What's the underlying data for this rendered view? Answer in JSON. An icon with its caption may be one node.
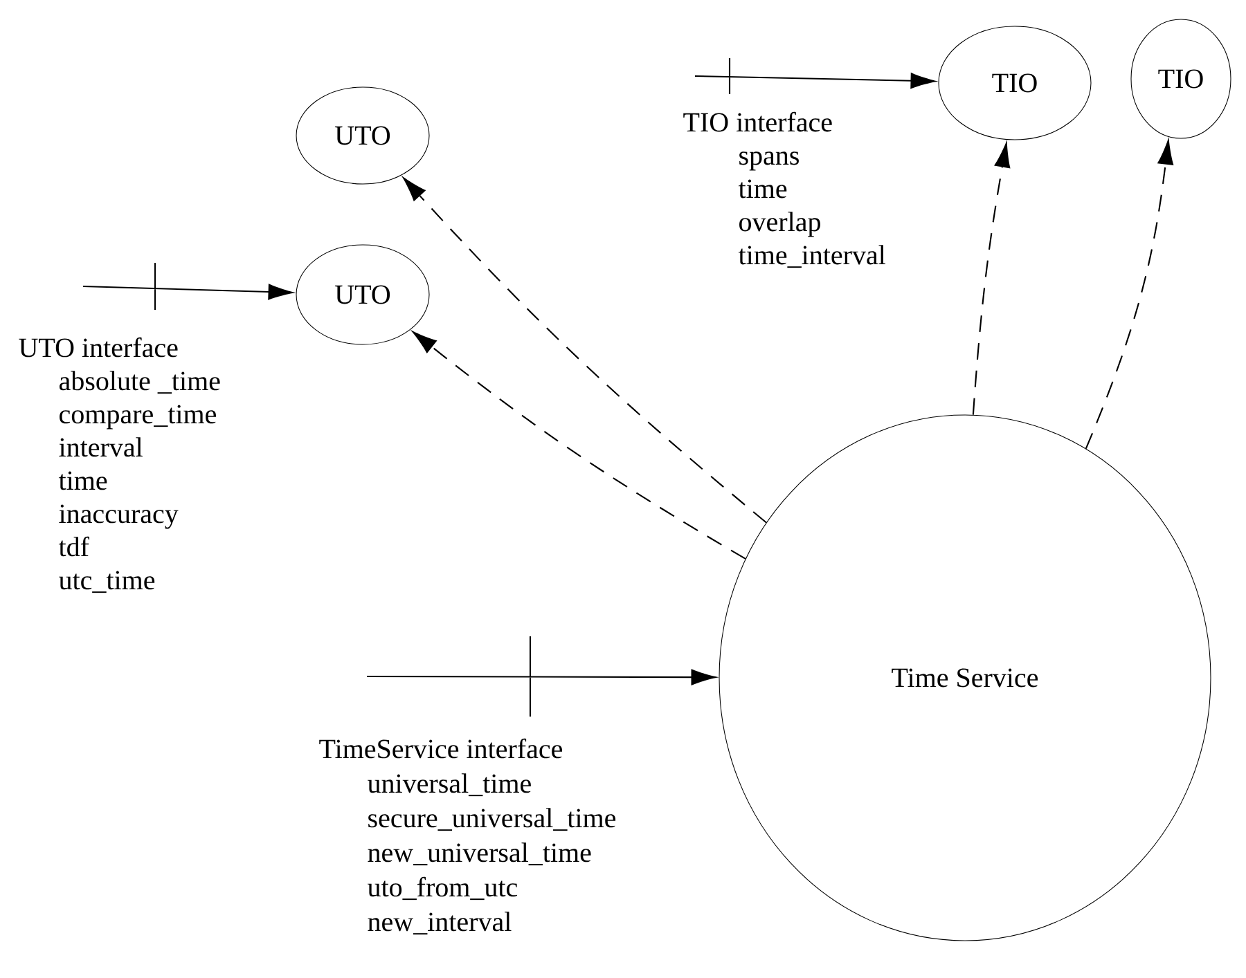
{
  "diagram": {
    "nodes": [
      {
        "text": [
          "UTO"
        ]
      },
      {
        "text": [
          "UTO"
        ]
      },
      {
        "text": [
          "TIO"
        ]
      },
      {
        "text": [
          "TIO"
        ]
      },
      {
        "text": [
          "Time Service"
        ]
      }
    ],
    "edges": [
      {
        "from": null,
        "to": 2,
        "arrow": "to"
      },
      {
        "from": null,
        "to": 1,
        "arrow": "to"
      },
      {
        "from": null,
        "to": 4,
        "arrow": "to"
      },
      {
        "from": 4,
        "to": 0,
        "arrow": "to",
        "style": "dashed"
      },
      {
        "from": 4,
        "to": 1,
        "arrow": "to",
        "style": "dashed"
      },
      {
        "from": 4,
        "to": 2,
        "arrow": "to",
        "style": "dashed"
      },
      {
        "from": 4,
        "to": 3,
        "arrow": "to",
        "style": "dashed"
      }
    ],
    "labels": [
      "TIO interface",
      "spans",
      "time",
      "overlap",
      "time_interval",
      "UTO interface",
      "absolute _time",
      "compare_time",
      "interval",
      "time",
      "inaccuracy",
      "tdf",
      "utc_time",
      "TimeService interface",
      "universal_time",
      "secure_universal_time",
      "new_universal_time",
      "uto_from_utc",
      "new_interval"
    ]
  }
}
